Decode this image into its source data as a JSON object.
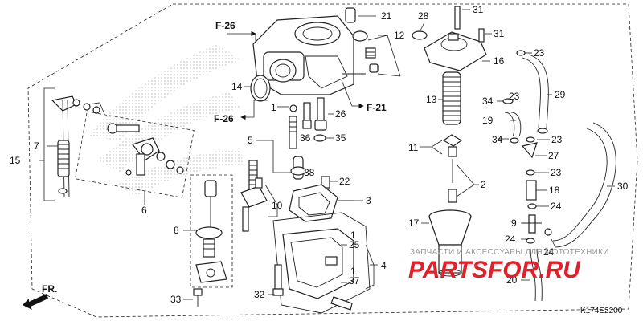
{
  "diagram": {
    "reference_code": "K174E2200",
    "front_label": "FR.",
    "watermark_text": "ЗАПЧАСТИ И АКСЕССУАРЫ ДЛЯ МОТОТЕХНИКИ",
    "watermark_brand": "PARTSFOR.RU",
    "section_refs": [
      "F-26",
      "F-26",
      "F-21"
    ],
    "callouts": [
      "1",
      "1",
      "1",
      "2",
      "3",
      "4",
      "5",
      "6",
      "7",
      "8",
      "9",
      "10",
      "11",
      "12",
      "13",
      "14",
      "15",
      "16",
      "17",
      "18",
      "19",
      "20",
      "21",
      "22",
      "23",
      "23",
      "23",
      "23",
      "24",
      "24",
      "24",
      "25",
      "26",
      "27",
      "28",
      "29",
      "30",
      "31",
      "31",
      "32",
      "33",
      "34",
      "34",
      "35",
      "36",
      "37",
      "38"
    ]
  }
}
